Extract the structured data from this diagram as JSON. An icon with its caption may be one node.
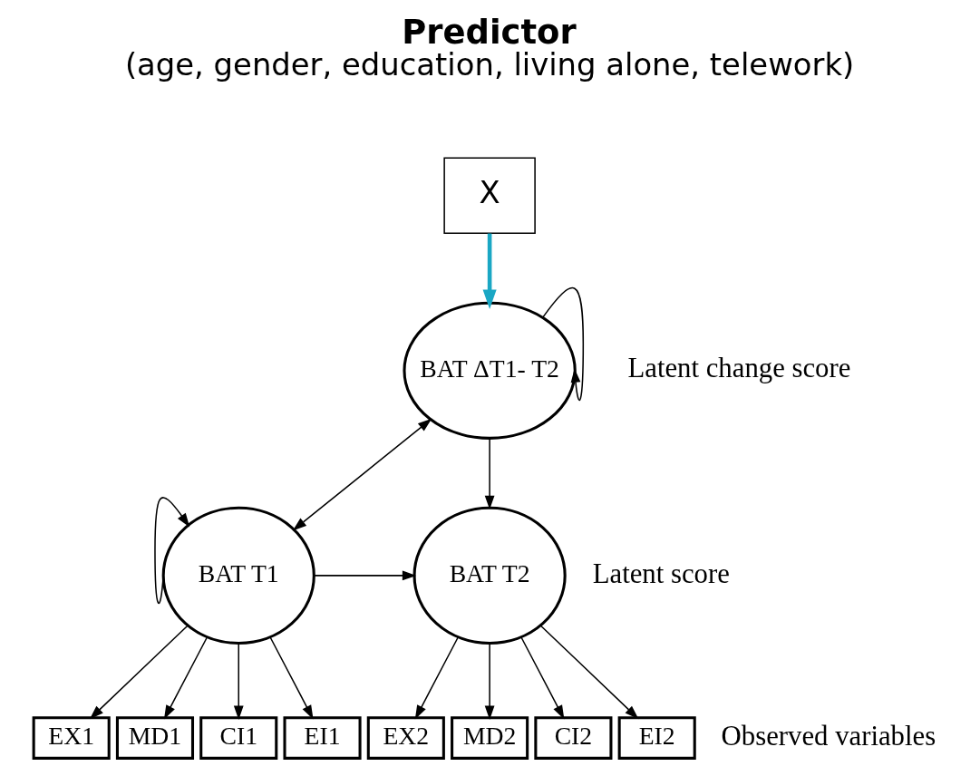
{
  "diagram": {
    "nodes": [
      {
        "text": [
          "X"
        ],
        "beside": [
          "Predictor",
          "(age, gender, education, living alone, telework)"
        ]
      },
      {
        "text": [
          "BAT ΔT1- T2"
        ]
      },
      {
        "text": [
          "BAT T1"
        ]
      },
      {
        "text": [
          "BAT T2"
        ]
      },
      {
        "text": [
          "EX1"
        ]
      },
      {
        "text": [
          "MD1"
        ]
      },
      {
        "text": [
          "CI1"
        ]
      },
      {
        "text": [
          "EI1"
        ]
      },
      {
        "text": [
          "EX2"
        ]
      },
      {
        "text": [
          "MD2"
        ]
      },
      {
        "text": [
          "CI2"
        ]
      },
      {
        "text": [
          "EI2"
        ]
      }
    ],
    "edges": [
      {
        "from": 0,
        "to": 1,
        "arrow": "to",
        "style": "thick",
        "color": "#1aa7c4"
      },
      {
        "from": 1,
        "to": 1,
        "arrow": "to"
      },
      {
        "from": 1,
        "to": 2,
        "arrow": "both"
      },
      {
        "from": 1,
        "to": 3,
        "arrow": "to"
      },
      {
        "from": 2,
        "to": 2,
        "arrow": "to"
      },
      {
        "from": 2,
        "to": 3,
        "arrow": "to"
      },
      {
        "from": 2,
        "to": 4,
        "arrow": "to"
      },
      {
        "from": 2,
        "to": 5,
        "arrow": "to"
      },
      {
        "from": 2,
        "to": 6,
        "arrow": "to"
      },
      {
        "from": 2,
        "to": 7,
        "arrow": "to"
      },
      {
        "from": 3,
        "to": 8,
        "arrow": "to"
      },
      {
        "from": 3,
        "to": 9,
        "arrow": "to"
      },
      {
        "from": 3,
        "to": 10,
        "arrow": "to"
      },
      {
        "from": 3,
        "to": 11,
        "arrow": "to"
      }
    ],
    "labels": [
      "Latent change score",
      "Latent score",
      "Observed variables"
    ]
  }
}
